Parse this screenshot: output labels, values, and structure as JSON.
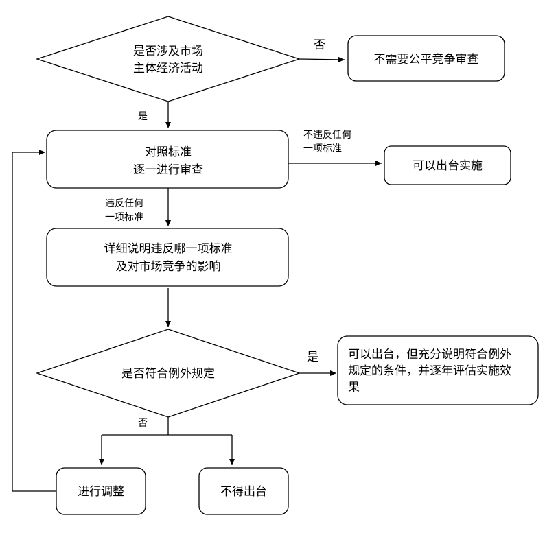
{
  "nodes": {
    "decision_market": {
      "lines": [
        "是否涉及市场",
        "主体经济活动"
      ]
    },
    "no_review": {
      "lines": [
        "不需要公平竞争审查"
      ]
    },
    "review": {
      "lines": [
        "对照标准",
        "逐一进行审查"
      ]
    },
    "can_issue": {
      "lines": [
        "可以出台实施"
      ]
    },
    "explain": {
      "lines": [
        "详细说明违反哪一项标准",
        "及对市场竞争的影响"
      ]
    },
    "decision_exception": {
      "lines": [
        "是否符合例外规定"
      ]
    },
    "exception_issue": {
      "lines": [
        "可以出台，但充分说明符合例外",
        "规定的条件，并逐年评估实施效",
        "果"
      ]
    },
    "adjust": {
      "lines": [
        "进行调整"
      ]
    },
    "not_issue": {
      "lines": [
        "不得出台"
      ]
    }
  },
  "edges": {
    "market_no": "否",
    "market_yes": "是",
    "no_violation": [
      "不违反任何",
      "一项标准"
    ],
    "violation": [
      "违反任何",
      "一项标准"
    ],
    "exception_yes": "是",
    "exception_no": "否"
  }
}
